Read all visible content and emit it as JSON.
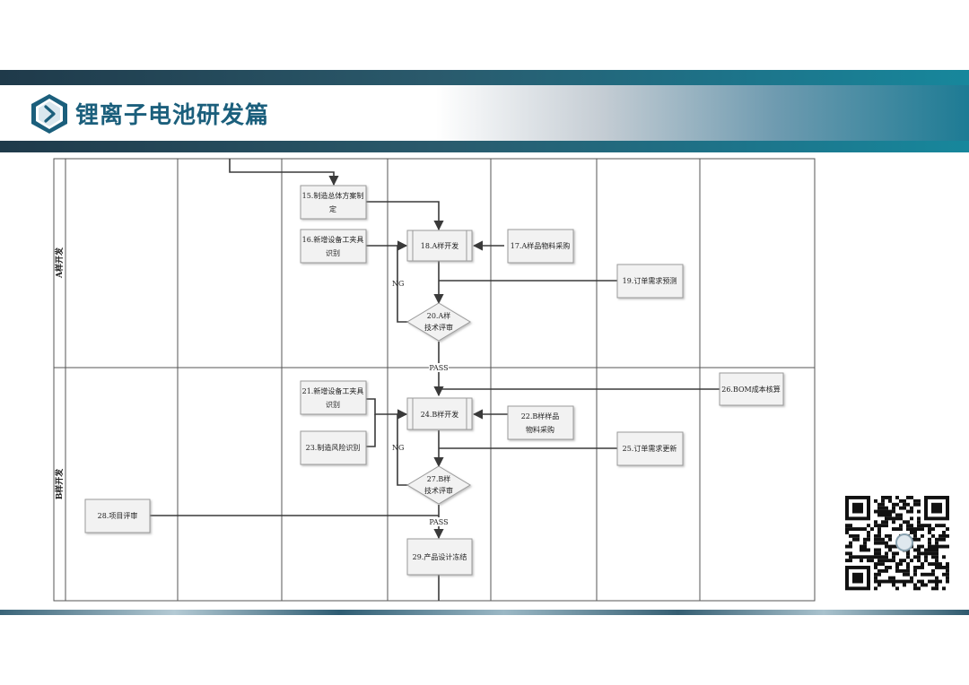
{
  "header": {
    "title": "锂离子电池研发篇"
  },
  "lanes": {
    "a_label": "A样开发",
    "b_label": "B样开发"
  },
  "nodes": {
    "n15": [
      "15.制造总体方案制",
      "定"
    ],
    "n16": [
      "16.新增设备工夹具",
      "识别"
    ],
    "n17": [
      "17.A样品物料采购"
    ],
    "n18": [
      "18.A样开发"
    ],
    "n19": [
      "19.订单需求预测"
    ],
    "n20": [
      "20.A样",
      "技术评审"
    ],
    "n21": [
      "21.新增设备工夹具",
      "识别"
    ],
    "n22": [
      "22.B样样品",
      "物料采购"
    ],
    "n23": [
      "23.制造风险识别"
    ],
    "n24": [
      "24.B样开发"
    ],
    "n25": [
      "25.订单需求更新"
    ],
    "n26": [
      "26.BOM成本核算"
    ],
    "n27": [
      "27.B样",
      "技术评审"
    ],
    "n28": [
      "28.项目评审"
    ],
    "n29": [
      "29.产品设计冻结"
    ]
  },
  "edge_labels": {
    "ng_a": "NG",
    "ng_b": "NG",
    "pass_a": "PASS",
    "pass_b": "PASS"
  },
  "colors": {
    "brand": "#1b5f7c",
    "bar_dark": "#1f3a4a",
    "bar_teal": "#17879c",
    "box_fill": "#f2f2f2",
    "box_stroke": "#9a9a9a",
    "line": "#3a3a3a"
  }
}
